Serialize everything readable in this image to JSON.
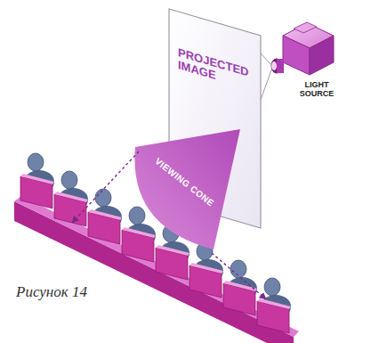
{
  "diagram": {
    "caption": "Рисунок 14",
    "nodes": [
      {
        "text": [
          "PROJECTED IMAGE"
        ]
      },
      {
        "text": [
          "VIEWING CONE"
        ]
      }
    ],
    "labels": [
      "LIGHT SOURCE"
    ]
  }
}
